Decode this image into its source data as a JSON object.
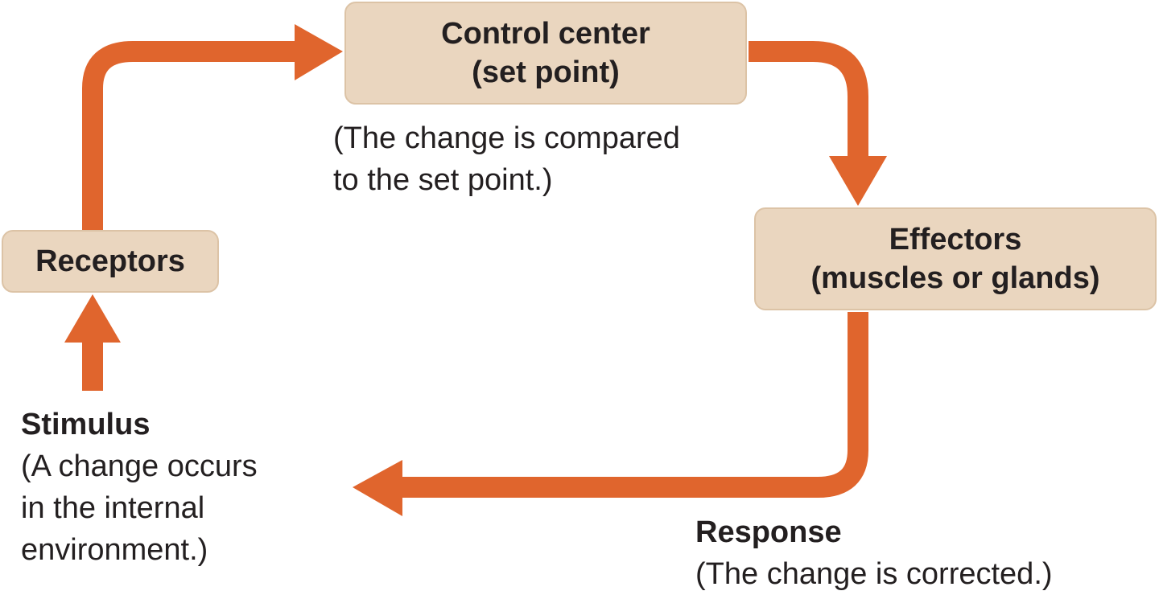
{
  "diagram": {
    "nodes": {
      "control_center": {
        "title": "Control center",
        "subtitle": "(set point)",
        "note_line1": "(The change is compared",
        "note_line2": "to the set point.)"
      },
      "receptors": {
        "title": "Receptors"
      },
      "effectors": {
        "title": "Effectors",
        "subtitle": "(muscles or glands)"
      }
    },
    "labels": {
      "stimulus": {
        "title": "Stimulus",
        "line1": "(A change occurs",
        "line2": "in the internal",
        "line3": "environment.)"
      },
      "response": {
        "title": "Response",
        "line1": "(The change is corrected.)"
      }
    },
    "colors": {
      "arrow": "#e0652d",
      "box_fill": "#ead6bf",
      "box_border": "#dcc3a6",
      "text": "#231f20"
    }
  }
}
